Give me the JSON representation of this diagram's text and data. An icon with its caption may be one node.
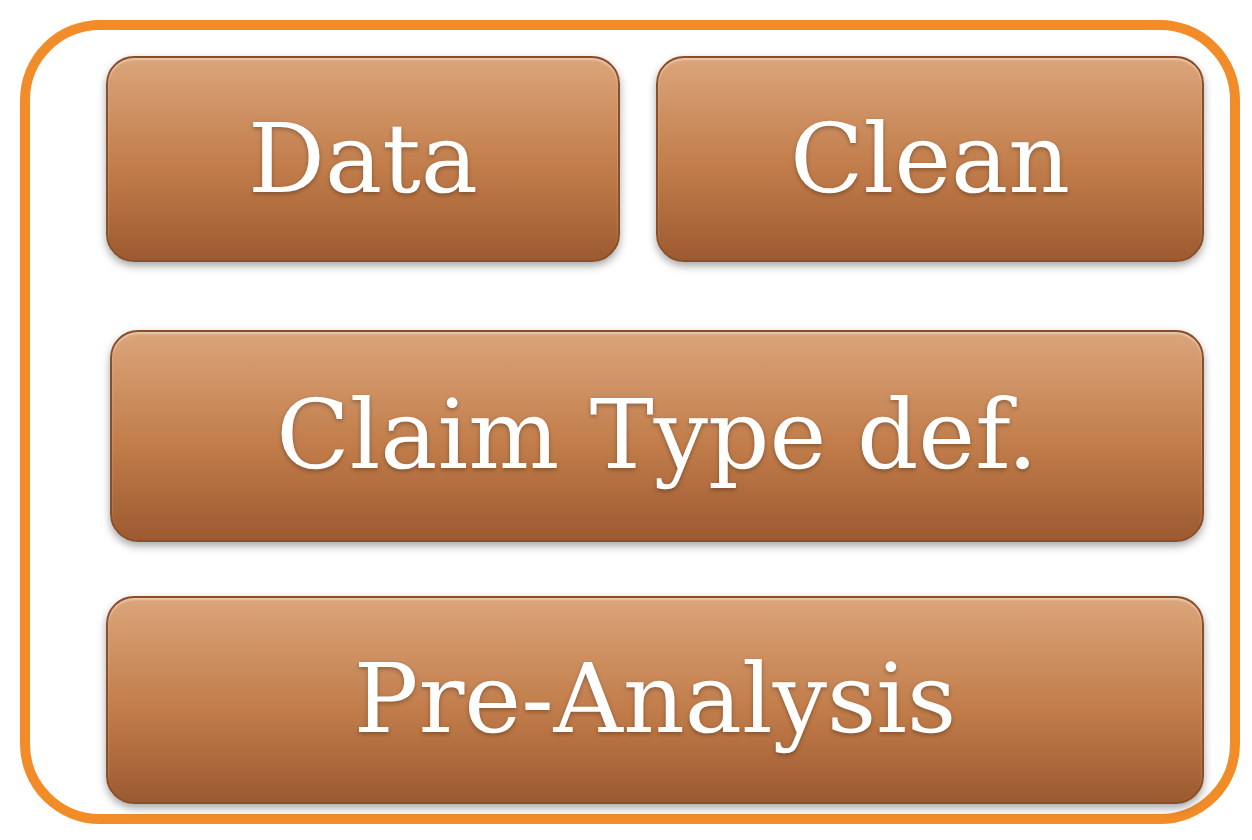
{
  "diagram": {
    "nodes": [
      {
        "text": [],
        "shape": "box"
      },
      {
        "text": [
          "Data"
        ],
        "in": 0
      },
      {
        "text": [
          "Clean"
        ],
        "in": 0
      },
      {
        "text": [
          "Claim Type def."
        ],
        "in": 0
      },
      {
        "text": [
          "Pre-Analysis"
        ],
        "in": 0
      }
    ]
  }
}
